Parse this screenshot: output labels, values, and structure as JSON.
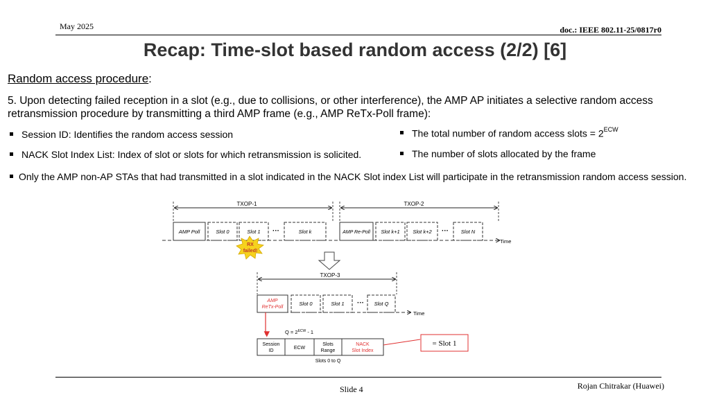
{
  "header": {
    "date": "May 2025",
    "doc_id": "doc.: IEEE 802.11-25/0817r0"
  },
  "title": "Recap: Time-slot based random access (2/2)  [6]",
  "section": {
    "heading": "Random access procedure",
    "colon": ":"
  },
  "paragraph": "5. Upon detecting failed reception in a slot (e.g., due to collisions, or other interference), the AMP AP initiates a selective random access retransmission procedure by transmitting a third AMP frame (e.g., AMP ReTx-Poll frame):",
  "bullets_left": [
    "Session ID: Identifies the random access session",
    "NACK Slot Index List: Index of slot or slots for which retransmission is solicited."
  ],
  "bullets_right": {
    "total_slots_text": "The total number of random access slots = 2",
    "total_slots_sup": "ECW",
    "slots_allocated": "The number of slots allocated by the frame"
  },
  "bullet_wide": "Only the AMP non-AP STAs that had transmitted in a slot indicated in the NACK Slot index List will participate in the retransmission random access session.",
  "diagram": {
    "txop1": "TXOP-1",
    "txop2": "TXOP-2",
    "txop3": "TXOP-3",
    "row1_slots": [
      "AMP Poll",
      "Slot 0",
      "Slot 1",
      "Slot k"
    ],
    "row1b_slots": [
      "AMP Re-Poll",
      "Slot k+1",
      "Slot k+2",
      "Slot N"
    ],
    "ellipsis": "···",
    "time": "Time",
    "rx_failed_1": "RX",
    "rx_failed_2": "failed!",
    "row2_first_1": "AMP",
    "row2_first_2": "ReTx-Poll",
    "row2_slots": [
      "Slot 0",
      "Slot 1",
      "Slot Q"
    ],
    "q_formula": "Q = 2",
    "q_sup": "ECW",
    "q_tail": " - 1",
    "fields": {
      "session_1": "Session",
      "session_2": "ID",
      "ecw": "ECW",
      "slots_1": "Slots",
      "slots_2": "Range",
      "nack_1": "NACK",
      "nack_2": "Slot Index"
    },
    "slots_range_label": "Slots 0 to Q",
    "callout": "= Slot 1",
    "colors": {
      "accent_red": "#e03030",
      "star_yellow": "#f6d21e",
      "star_text": "#c0392b"
    }
  },
  "footer": {
    "slide": "Slide 4",
    "author": "Rojan Chitrakar (Huawei)"
  }
}
